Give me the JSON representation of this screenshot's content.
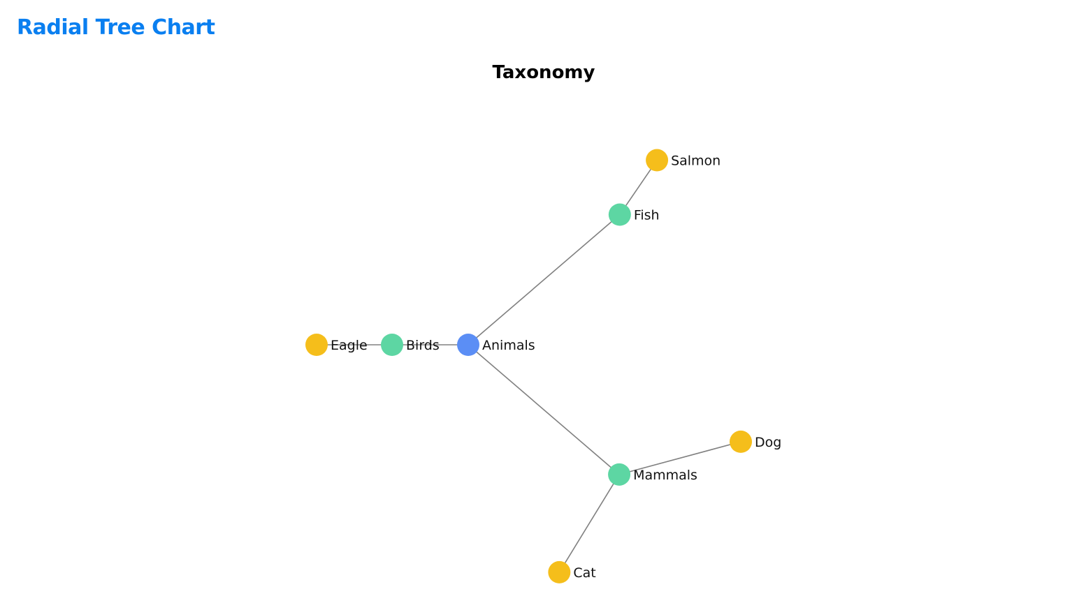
{
  "page": {
    "title": "Radial Tree Chart"
  },
  "chart_data": {
    "type": "radial-tree",
    "title": "Taxonomy",
    "level_colors": [
      "#5b8ef5",
      "#5dd6a3",
      "#f5be1b"
    ],
    "link_color": "#808080",
    "nodes": [
      {
        "id": "animals",
        "label": "Animals",
        "depth": 0,
        "parent": null
      },
      {
        "id": "mammals",
        "label": "Mammals",
        "depth": 1,
        "parent": "animals"
      },
      {
        "id": "fish",
        "label": "Fish",
        "depth": 1,
        "parent": "animals"
      },
      {
        "id": "birds",
        "label": "Birds",
        "depth": 1,
        "parent": "animals"
      },
      {
        "id": "dog",
        "label": "Dog",
        "depth": 2,
        "parent": "mammals"
      },
      {
        "id": "cat",
        "label": "Cat",
        "depth": 2,
        "parent": "mammals"
      },
      {
        "id": "salmon",
        "label": "Salmon",
        "depth": 2,
        "parent": "fish"
      },
      {
        "id": "eagle",
        "label": "Eagle",
        "depth": 2,
        "parent": "birds"
      }
    ]
  }
}
